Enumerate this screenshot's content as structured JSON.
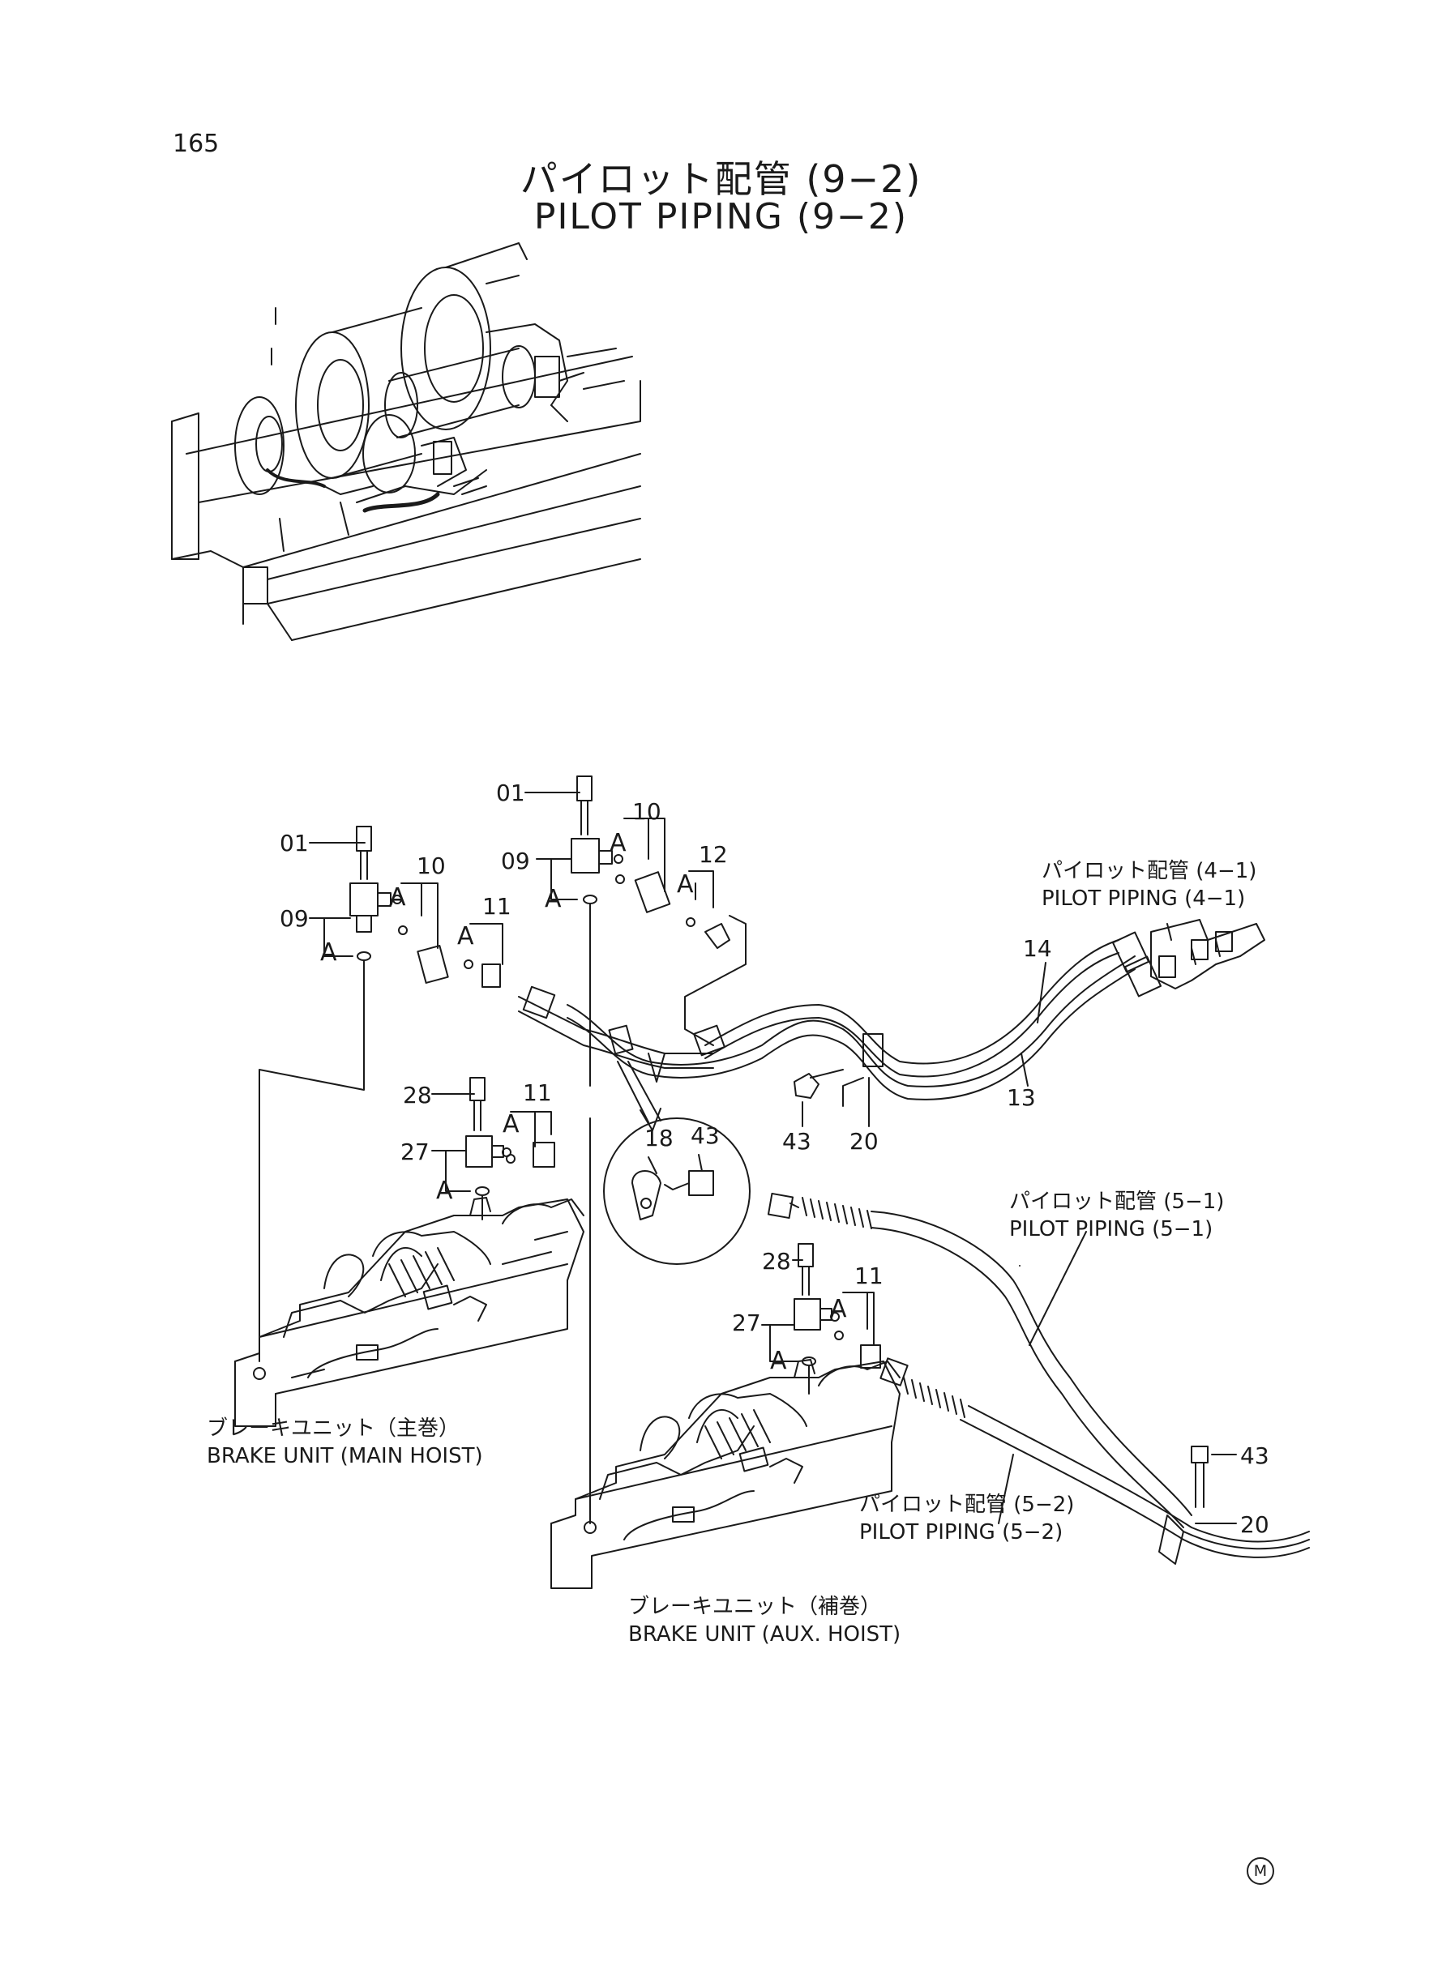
{
  "header": {
    "page_number": "165",
    "title_ja": "パイロット配管 (9−2)",
    "title_en": "PILOT PIPING (9−2)"
  },
  "part_numbers": {
    "p01a": "01",
    "p01b": "01",
    "p09a": "09",
    "p09b": "09",
    "p10a": "10",
    "p10b": "10",
    "p11a": "11",
    "p11b": "11",
    "p11c": "11",
    "p12": "12",
    "p13": "13",
    "p14": "14",
    "p18": "18",
    "p20a": "20",
    "p20b": "20",
    "p27a": "27",
    "p27b": "27",
    "p28a": "28",
    "p28b": "28",
    "p43a": "43",
    "p43b": "43",
    "p43c": "43"
  },
  "callout_letter": "A",
  "references": {
    "pilot_4_1": {
      "ja": "パイロット配管 (4−1)",
      "en": "PILOT PIPING (4−1)"
    },
    "pilot_5_1": {
      "ja": "パイロット配管 (5−1)",
      "en": "PILOT PIPING (5−1)"
    },
    "pilot_5_2": {
      "ja": "パイロット配管 (5−2)",
      "en": "PILOT PIPING (5−2)"
    }
  },
  "units": {
    "main_hoist": {
      "ja": "ブレーキユニット（主巻）",
      "en": "BRAKE UNIT (MAIN HOIST)"
    },
    "aux_hoist": {
      "ja": "ブレーキユニット（補巻）",
      "en": "BRAKE UNIT (AUX. HOIST)"
    }
  },
  "footer_mark": "M"
}
